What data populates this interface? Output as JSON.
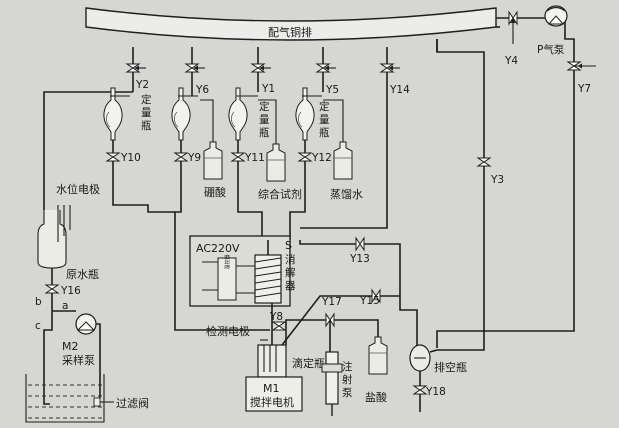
{
  "manifold_label": "配气铜排",
  "valves": {
    "Y1": "Y1",
    "Y2": "Y2",
    "Y3": "Y3",
    "Y4": "Y4",
    "Y5": "Y5",
    "Y6": "Y6",
    "Y7": "Y7",
    "Y8": "Y8",
    "Y9": "Y9",
    "Y10": "Y10",
    "Y11": "Y11",
    "Y12": "Y12",
    "Y13": "Y13",
    "Y14": "Y14",
    "Y15": "Y15",
    "Y16": "Y16",
    "Y17": "Y17",
    "Y18": "Y18"
  },
  "dosing_bottle_label": [
    "定",
    "量",
    "瓶"
  ],
  "reagents": {
    "boric_acid": "硼酸",
    "composite_reagent": "综合试剂",
    "distilled_water": "蒸馏水",
    "hydrochloric_acid": "盐酸"
  },
  "air_pump": "P气泵",
  "level_electrode": "水位电极",
  "raw_water_bottle": "原水瓶",
  "sampling_pump": {
    "id": "M2",
    "name": "采样泵"
  },
  "filter_valve": "过滤阀",
  "port_labels": {
    "a": "a",
    "b": "b",
    "c": "c"
  },
  "power_box": {
    "voltage": "AC220V",
    "controller": "温控器"
  },
  "digester": {
    "id": "S",
    "name": [
      "消",
      "解",
      "器"
    ]
  },
  "detection_electrode": "检测电极",
  "titration_bottle": "滴定瓶",
  "syringe_pump": [
    "注",
    "射",
    "泵"
  ],
  "stirring_motor": {
    "id": "M1",
    "name": "搅拌电机"
  },
  "vent_bottle": "排空瓶"
}
